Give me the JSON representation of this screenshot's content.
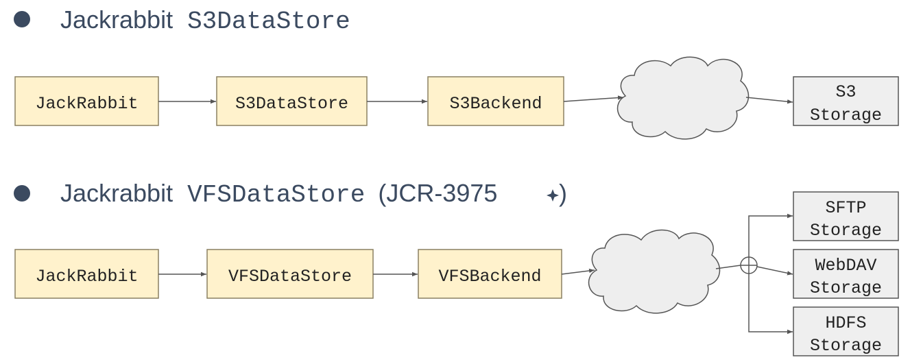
{
  "colors": {
    "heading": "#3b4a60",
    "bullet": "#3b4a60",
    "box_fill": "#fff2cc",
    "box_stroke": "#8a8062",
    "storage_fill": "#efefef",
    "storage_stroke": "#555555",
    "cloud_fill": "#eeeeee",
    "cloud_stroke": "#555555",
    "arrow": "#555555",
    "box_text": "#222222"
  },
  "section1": {
    "heading_prefix": "Jackrabbit",
    "heading_code": "S3DataStore",
    "boxes": [
      "JackRabbit",
      "S3DataStore",
      "S3Backend"
    ],
    "cloud_icon": "cloud-icon",
    "storage": {
      "line1": "S3",
      "line2": "Storage"
    }
  },
  "section2": {
    "heading_prefix": "Jackrabbit",
    "heading_code": "VFSDataStore",
    "heading_suffix": "(JCR-3975",
    "heading_close": ")",
    "link_icon": "sparkle-icon",
    "boxes": [
      "JackRabbit",
      "VFSDataStore",
      "VFSBackend"
    ],
    "cloud_icon": "cloud-icon",
    "junction_icon": "junction-circle-icon",
    "storages": [
      {
        "line1": "SFTP",
        "line2": "Storage"
      },
      {
        "line1": "WebDAV",
        "line2": "Storage"
      },
      {
        "line1": "HDFS",
        "line2": "Storage"
      }
    ]
  }
}
